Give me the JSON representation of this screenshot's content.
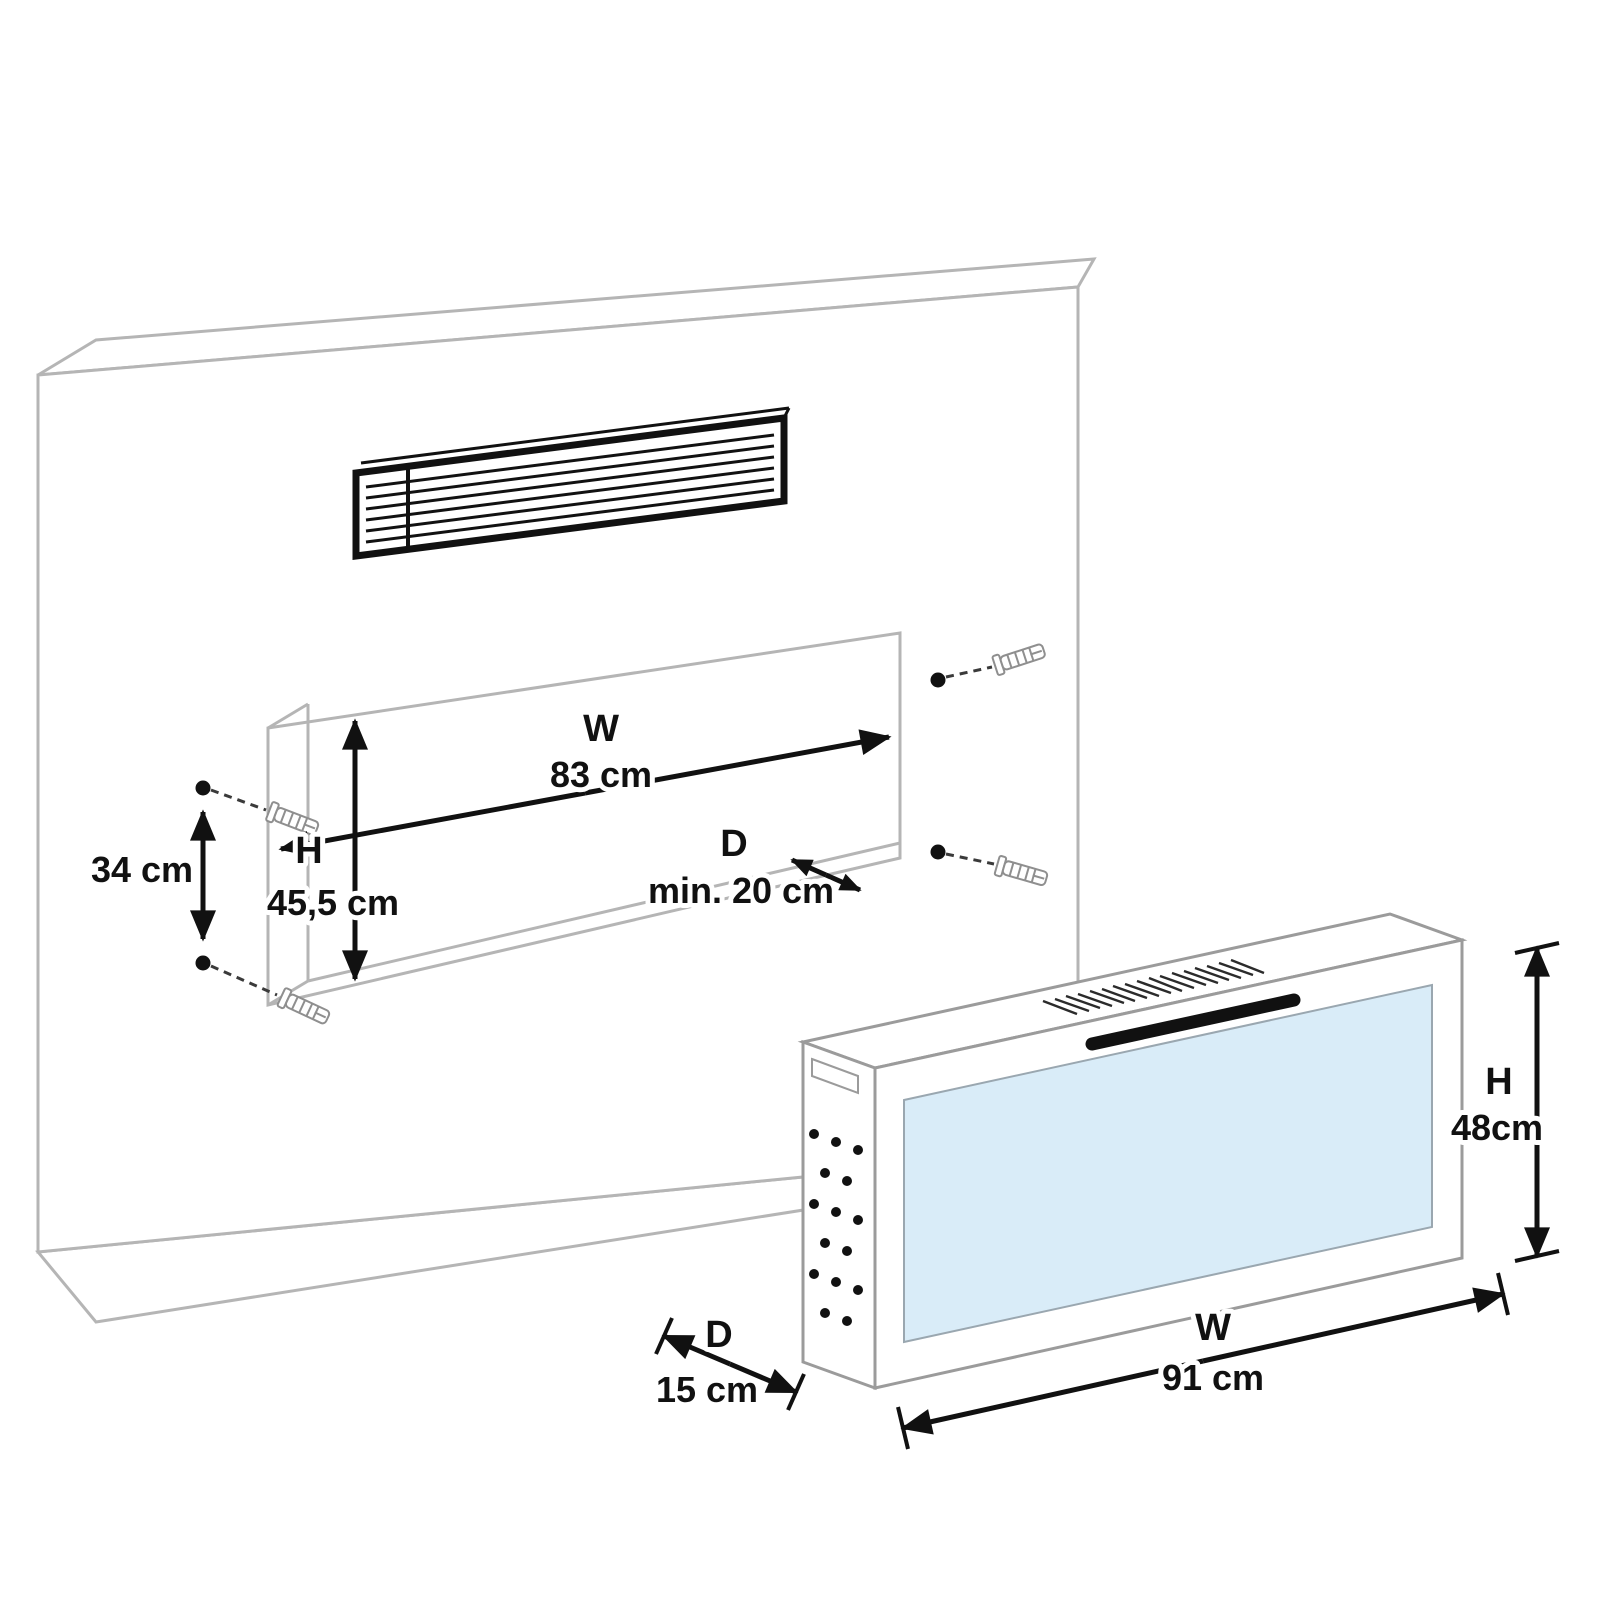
{
  "diagram_type": "fireplace-wall-installation-diagram",
  "niche": {
    "width_letter": "W",
    "width_value": "83 cm",
    "height_letter": "H",
    "height_value": "45,5 cm",
    "depth_letter": "D",
    "depth_value": "min. 20 cm",
    "hole_spacing_value": "34 cm"
  },
  "unit": {
    "height_letter": "H",
    "height_value": "48cm",
    "width_letter": "W",
    "width_value": "91 cm",
    "depth_letter": "D",
    "depth_value": "15 cm"
  },
  "colors": {
    "outline_gray": "#b5b5b5",
    "unit_gray": "#9b9b9b",
    "ink": "#111111",
    "glass_blue": "#d9ecf8",
    "anchor_gray": "#8f8f8f"
  }
}
